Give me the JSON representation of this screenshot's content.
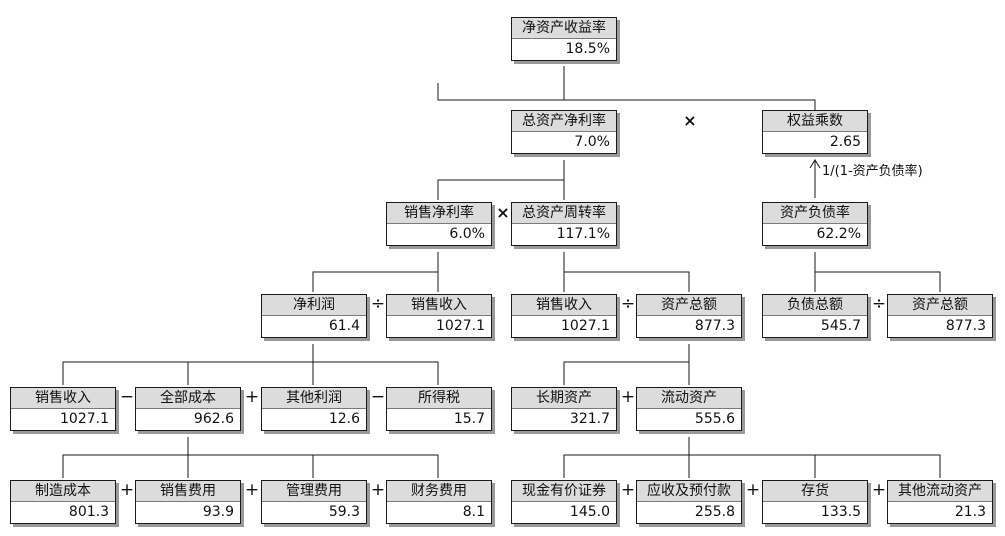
{
  "nodes": {
    "roe": {
      "label": "净资产收益率",
      "value": "18.5%"
    },
    "roa": {
      "label": "总资产净利率",
      "value": "7.0%"
    },
    "equity_multiplier": {
      "label": "权益乘数",
      "value": "2.65"
    },
    "net_margin": {
      "label": "销售净利率",
      "value": "6.0%"
    },
    "asset_turnover": {
      "label": "总资产周转率",
      "value": "117.1%"
    },
    "debt_ratio": {
      "label": "资产负债率",
      "value": "62.2%"
    },
    "net_profit": {
      "label": "净利润",
      "value": "61.4"
    },
    "sales_a": {
      "label": "销售收入",
      "value": "1027.1"
    },
    "sales_b": {
      "label": "销售收入",
      "value": "1027.1"
    },
    "total_assets_a": {
      "label": "资产总额",
      "value": "877.3"
    },
    "total_liabilities": {
      "label": "负债总额",
      "value": "545.7"
    },
    "total_assets_b": {
      "label": "资产总额",
      "value": "877.3"
    },
    "sales_c": {
      "label": "销售收入",
      "value": "1027.1"
    },
    "total_cost": {
      "label": "全部成本",
      "value": "962.6"
    },
    "other_profit": {
      "label": "其他利润",
      "value": "12.6"
    },
    "income_tax": {
      "label": "所得税",
      "value": "15.7"
    },
    "long_term_assets": {
      "label": "长期资产",
      "value": "321.7"
    },
    "current_assets": {
      "label": "流动资产",
      "value": "555.6"
    },
    "mfg_cost": {
      "label": "制造成本",
      "value": "801.3"
    },
    "selling_exp": {
      "label": "销售费用",
      "value": "93.9"
    },
    "admin_exp": {
      "label": "管理费用",
      "value": "59.3"
    },
    "finance_exp": {
      "label": "财务费用",
      "value": "8.1"
    },
    "cash_securities": {
      "label": "现金有价证券",
      "value": "145.0"
    },
    "receivables": {
      "label": "应收及预付款",
      "value": "255.8"
    },
    "inventory": {
      "label": "存货",
      "value": "133.5"
    },
    "other_current": {
      "label": "其他流动资产",
      "value": "21.3"
    }
  },
  "operators": {
    "times": "×",
    "divide": "÷",
    "minus": "−",
    "plus": "+"
  },
  "annotations": {
    "equity_multiplier_formula": "1/(1-资产负债率)"
  }
}
